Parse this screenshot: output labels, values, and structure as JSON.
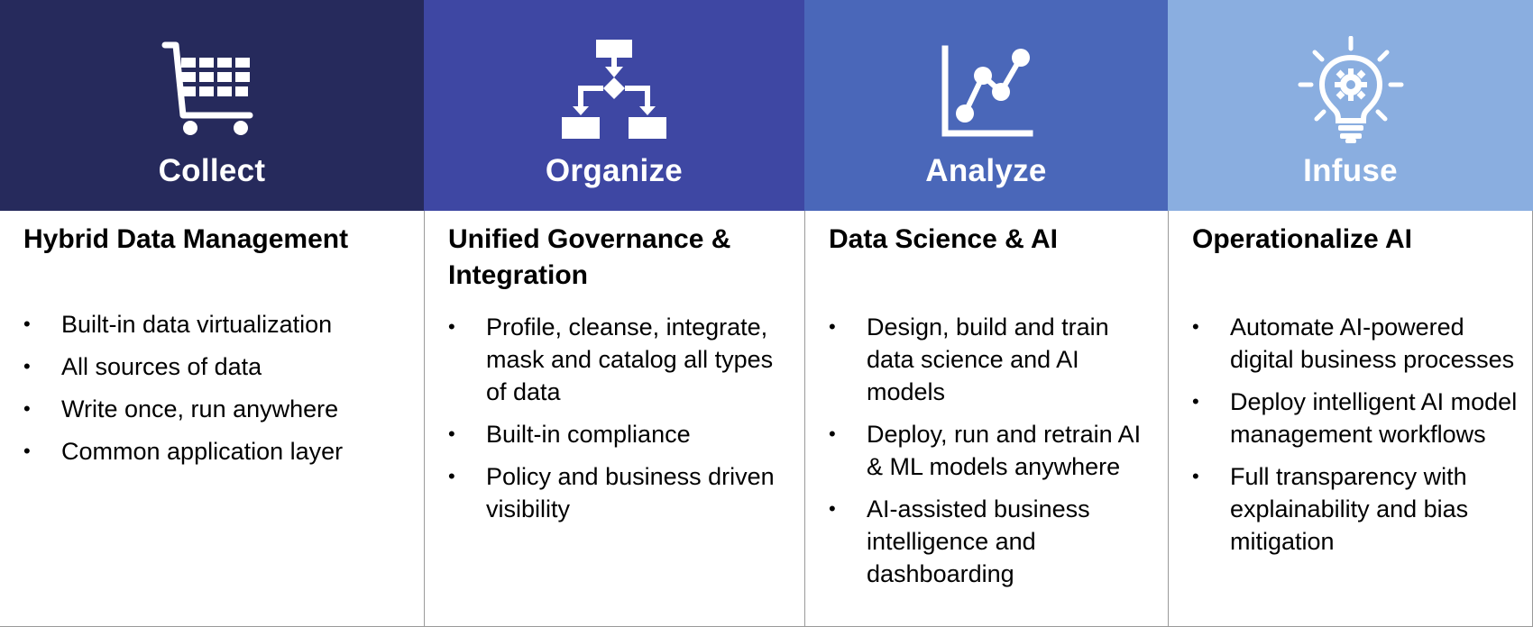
{
  "columns": [
    {
      "stage": "Collect",
      "icon": "shopping-cart-icon",
      "title": "Hybrid Data Management",
      "bullets": [
        "Built-in data virtualization",
        "All sources of data",
        "Write once, run anywhere",
        "Common application layer"
      ]
    },
    {
      "stage": "Organize",
      "icon": "flowchart-icon",
      "title": "Unified Governance & Integration",
      "bullets": [
        "Profile, cleanse, integrate, mask and catalog all types of data",
        "Built-in compliance",
        "Policy and business driven visibility"
      ]
    },
    {
      "stage": "Analyze",
      "icon": "line-chart-icon",
      "title": "Data Science & AI",
      "bullets": [
        "Design, build and train data science and AI models",
        "Deploy, run and retrain AI & ML models anywhere",
        "AI-assisted business intelligence and dashboarding"
      ]
    },
    {
      "stage": "Infuse",
      "icon": "lightbulb-gear-icon",
      "title": "Operationalize AI",
      "bullets": [
        "Automate AI-powered digital business processes",
        "Deploy intelligent AI model management workflows",
        "Full transparency with explainability and bias mitigation"
      ]
    }
  ],
  "colors": {
    "collect": "#262a5c",
    "organize": "#3e47a3",
    "analyze": "#4a67b9",
    "infuse": "#8aaee0"
  }
}
